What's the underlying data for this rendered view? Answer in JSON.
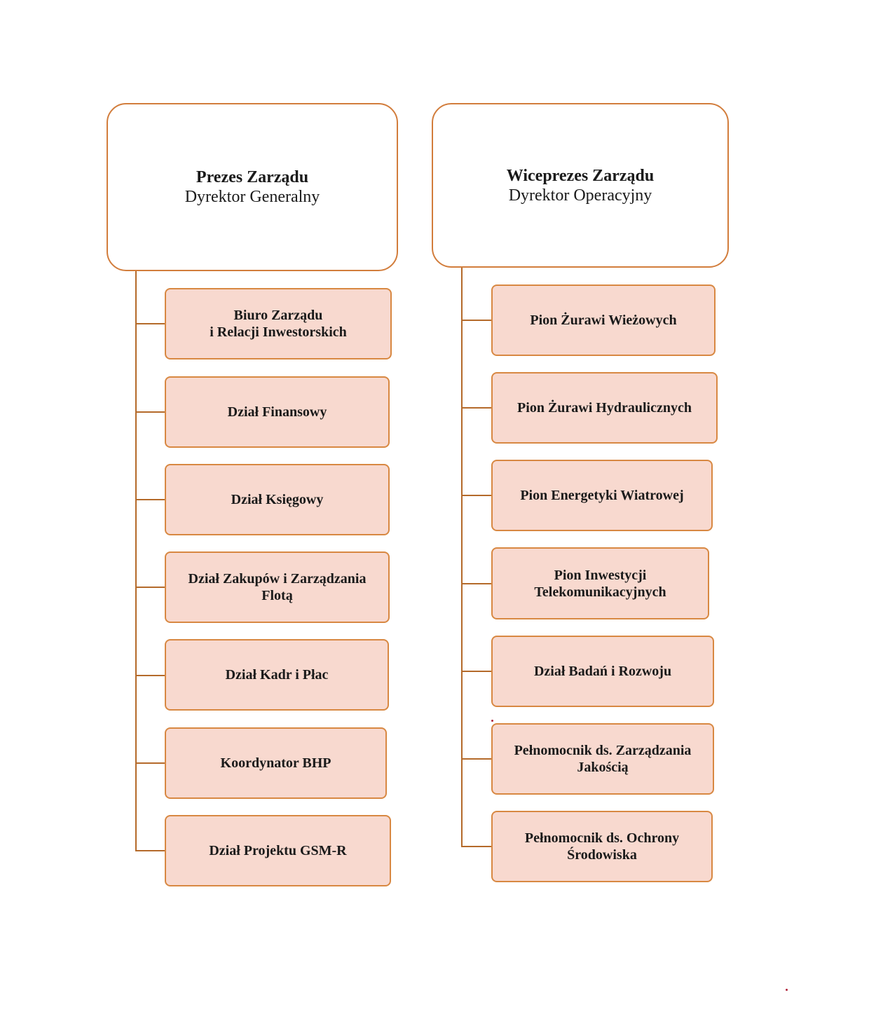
{
  "left_branch": {
    "head": {
      "title": "Prezes Zarządu",
      "subtitle": "Dyrektor Generalny"
    },
    "units": [
      "Biuro Zarządu\ni Relacji Inwestorskich",
      "Dział Finansowy",
      "Dział Księgowy",
      "Dział Zakupów i Zarządzania Flotą",
      "Dział Kadr i Płac",
      "Koordynator BHP",
      "Dział Projektu GSM-R"
    ]
  },
  "right_branch": {
    "head": {
      "title": "Wiceprezes Zarządu",
      "subtitle": "Dyrektor Operacyjny"
    },
    "units": [
      "Pion Żurawi Wieżowych",
      "Pion Żurawi Hydraulicznych",
      "Pion Energetyki Wiatrowej",
      "Pion Inwestycji Telekomunikacyjnych",
      "Dział Badań i Rozwoju",
      "Pełnomocnik ds. Zarządzania Jakością",
      "Pełnomocnik ds. Ochrony Środowiska"
    ]
  },
  "colors": {
    "head_border": "#d27d3c",
    "unit_fill": "#f8d9cf",
    "unit_border": "#d88842",
    "connector": "#b46a2a"
  }
}
